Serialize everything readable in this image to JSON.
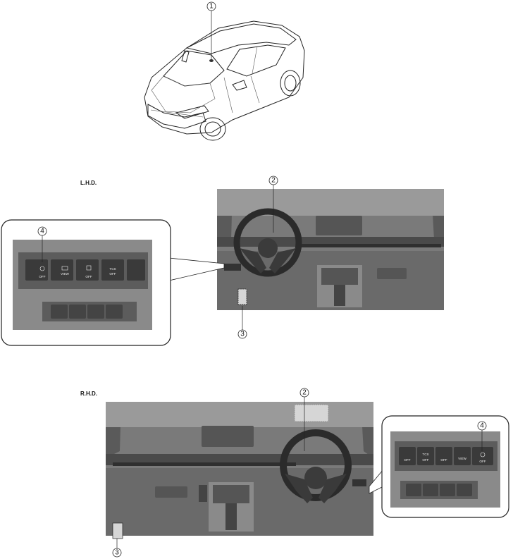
{
  "sections": {
    "lhd_label": "L.H.D.",
    "rhd_label": "R.H.D."
  },
  "callouts": {
    "c1": "1",
    "c2_lhd": "2",
    "c3_lhd": "3",
    "c4_lhd": "4",
    "c2_rhd": "2",
    "c3_rhd": "3",
    "c4_rhd": "4"
  },
  "lhd_switches": {
    "s1": "OFF",
    "s2": "VIEW",
    "s3": "OFF",
    "s4a": "TCS",
    "s4b": "OFF"
  },
  "rhd_switches": {
    "s1": "OFF",
    "s2a": "TCS",
    "s2b": "OFF",
    "s3": "OFF",
    "s4": "VIEW",
    "s5": "OFF"
  },
  "colors": {
    "dash": "#6e6e6e",
    "dash_dark": "#4a4a4a",
    "panel": "#3a3a3a",
    "outline": "#222222",
    "hatch_fill": "#d6d6d6"
  }
}
